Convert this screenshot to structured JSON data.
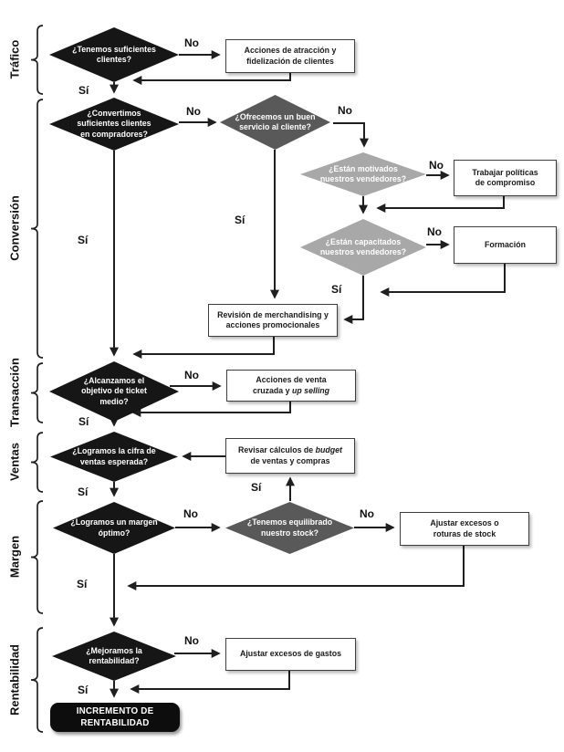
{
  "diagram": {
    "type": "flowchart",
    "language": "es",
    "goal": "INCREMENTO DE RENTABILIDAD"
  },
  "sections": [
    {
      "label": "Tráfico"
    },
    {
      "label": "Conversión"
    },
    {
      "label": "Transacción"
    },
    {
      "label": "Ventas"
    },
    {
      "label": "Margen"
    },
    {
      "label": "Rentabilidad"
    }
  ],
  "edge_labels": {
    "yes": "Sí",
    "no": "No"
  },
  "nodes": {
    "d_clientes": {
      "lines": [
        "¿Tenemos suficientes",
        "clientes?"
      ]
    },
    "d_convertimos": {
      "lines": [
        "¿Convertimos",
        "suficientes clientes",
        "en compradores?"
      ]
    },
    "d_servicio": {
      "lines": [
        "¿Ofrecemos un buen",
        "servicio al cliente?"
      ]
    },
    "d_motivados": {
      "lines": [
        "¿Están motivados",
        "nuestros vendedores?"
      ]
    },
    "d_capacitados": {
      "lines": [
        "¿Están capacitados",
        "nuestros vendedores?"
      ]
    },
    "d_ticket": {
      "lines": [
        "¿Alcanzamos el",
        "objetivo de ticket",
        "medio?"
      ]
    },
    "d_ventas": {
      "lines": [
        "¿Logramos la cifra de",
        "ventas esperada?"
      ]
    },
    "d_margen": {
      "lines": [
        "¿Logramos un margen",
        "óptimo?"
      ]
    },
    "d_stock": {
      "lines": [
        "¿Tenemos equilibrado",
        "nuestro stock?"
      ]
    },
    "d_rentabilidad": {
      "lines": [
        "¿Mejoramos la",
        "rentabilidad?"
      ]
    },
    "b_atraccion": {
      "lines": [
        "Acciones de atracción y",
        "fidelización de clientes"
      ]
    },
    "b_compromiso": {
      "lines": [
        "Trabajar políticas",
        "de compromiso"
      ]
    },
    "b_formacion": {
      "lines": [
        "Formación"
      ]
    },
    "b_merchandising": {
      "lines": [
        "Revisión de merchandising y",
        "acciones promocionales"
      ]
    },
    "b_venta_cruzada": {
      "line1": "Acciones de venta",
      "line2_plain": "cruzada y ",
      "line2_italic": "up selling"
    },
    "b_budget": {
      "line1_plain": "Revisar cálculos de ",
      "line1_italic": "budget",
      "line2": "de ventas y compras"
    },
    "b_stock_fix": {
      "lines": [
        "Ajustar excesos o",
        "roturas de stock"
      ]
    },
    "b_gastos": {
      "lines": [
        "Ajustar excesos de gastos"
      ]
    },
    "b_incremento": {
      "lines": [
        "INCREMENTO DE",
        "RENTABILIDAD"
      ]
    }
  },
  "colors": {
    "black_node": "#161616",
    "dark_gray_node": "#595959",
    "light_gray_node": "#a8a8a8",
    "terminal_node": "#0d0d0d",
    "line": "#1f1f1f",
    "box_border": "#3f3f3f",
    "node_text_on_dark": "#ffffff",
    "text": "#1a1a1a"
  }
}
